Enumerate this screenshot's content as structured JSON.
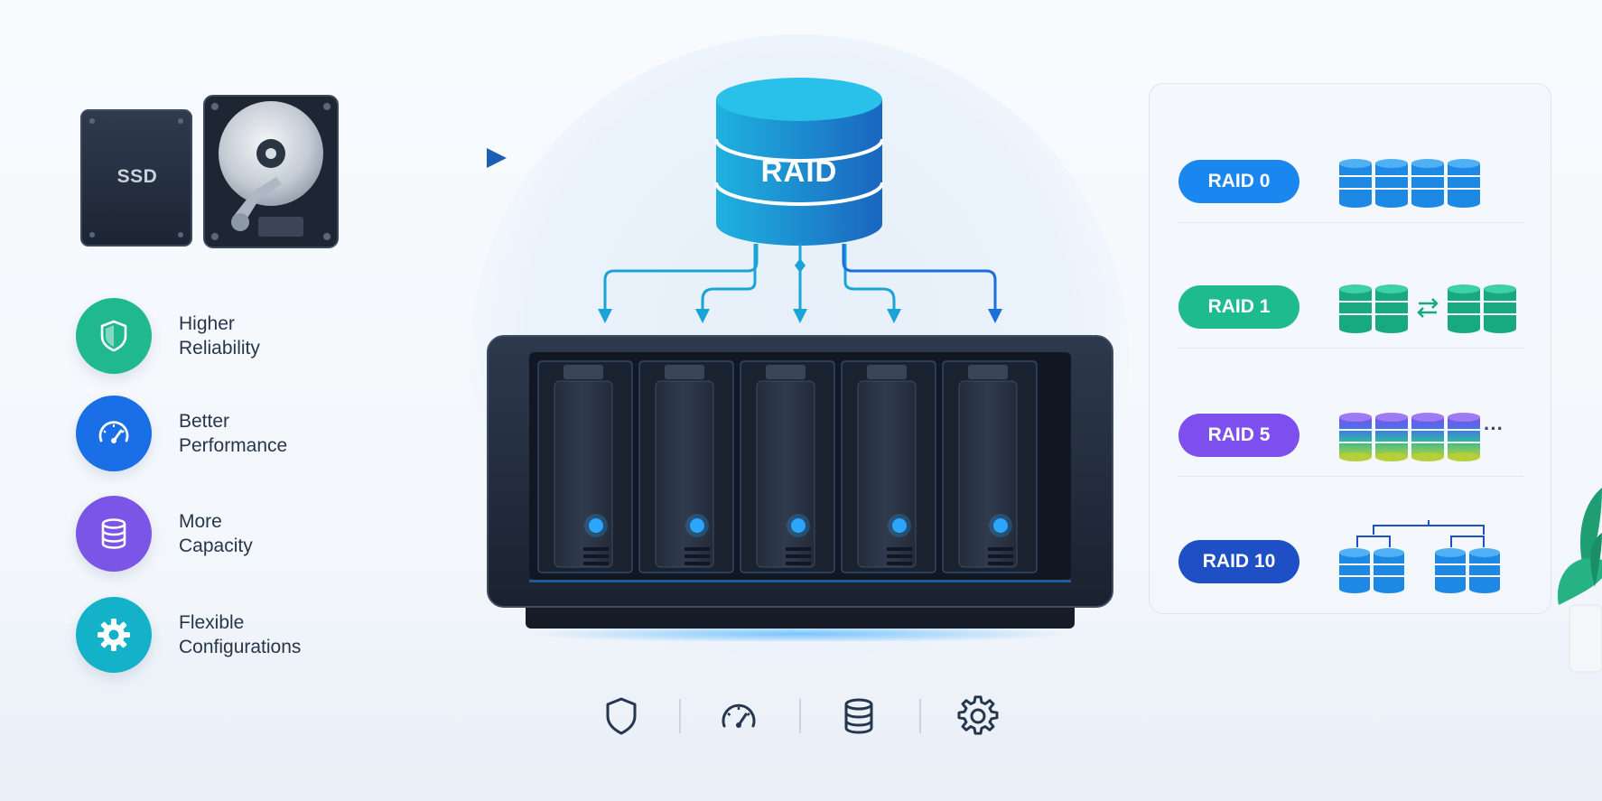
{
  "drives": {
    "ssd_label": "SSD"
  },
  "raid": {
    "label": "RAID"
  },
  "features": [
    {
      "label": "Higher\nReliability",
      "icon": "shield-icon",
      "color": "#1fb88f"
    },
    {
      "label": "Better\nPerformance",
      "icon": "speedometer-icon",
      "color": "#1a6fe6"
    },
    {
      "label": "More\nCapacity",
      "icon": "database-icon",
      "color": "#7a55e6"
    },
    {
      "label": "Flexible\nConfigurations",
      "icon": "gear-icon",
      "color": "#14b2c8"
    }
  ],
  "raid_levels": [
    {
      "label": "RAID 0",
      "color": "#1a87f0"
    },
    {
      "label": "RAID 1",
      "color": "#1dbb8e"
    },
    {
      "label": "RAID 5",
      "color": "#7c4fee"
    },
    {
      "label": "RAID 10",
      "color": "#1f4fc4"
    }
  ],
  "raid5_more": "···",
  "bottom_icons": [
    "shield-icon",
    "speedometer-icon",
    "database-icon",
    "gear-icon"
  ],
  "colors": {
    "nas_body": "#1f2838",
    "accent_blue": "#1a87f0",
    "led": "#2aa6ff",
    "cylinder_top": "#1fb6e0",
    "cylinder_bottom": "#1a6fc4"
  }
}
